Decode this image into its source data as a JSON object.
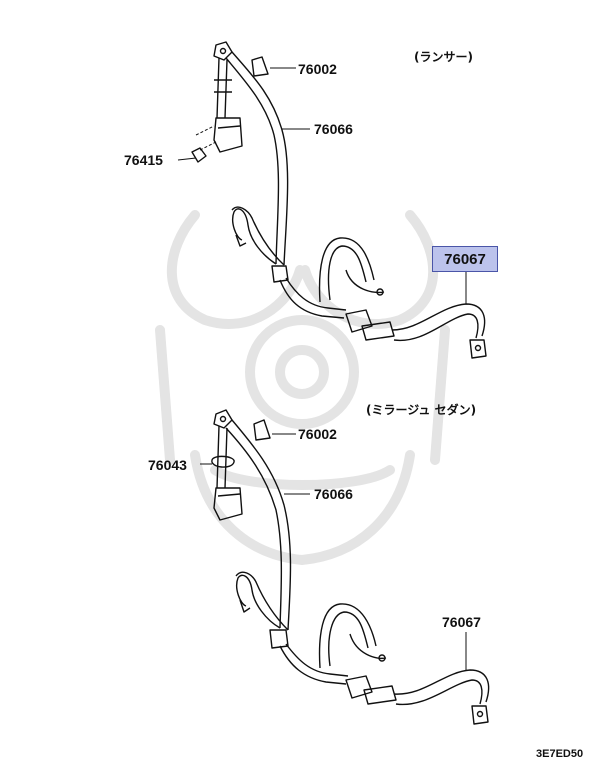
{
  "sections": {
    "top": "(ランサー)",
    "bottom": "(ミラージュ セダン)"
  },
  "parts": {
    "top_76002": "76002",
    "top_76066": "76066",
    "top_76415": "76415",
    "top_76067": "76067",
    "bottom_76002": "76002",
    "bottom_76043": "76043",
    "bottom_76066": "76066",
    "bottom_76067": "76067"
  },
  "highlight": {
    "part": "76067",
    "color": "#bcc3ec",
    "border": "#4a55a8"
  },
  "diagram_code": "3E7ED50",
  "watermark": "samurai-helmet-watermark"
}
